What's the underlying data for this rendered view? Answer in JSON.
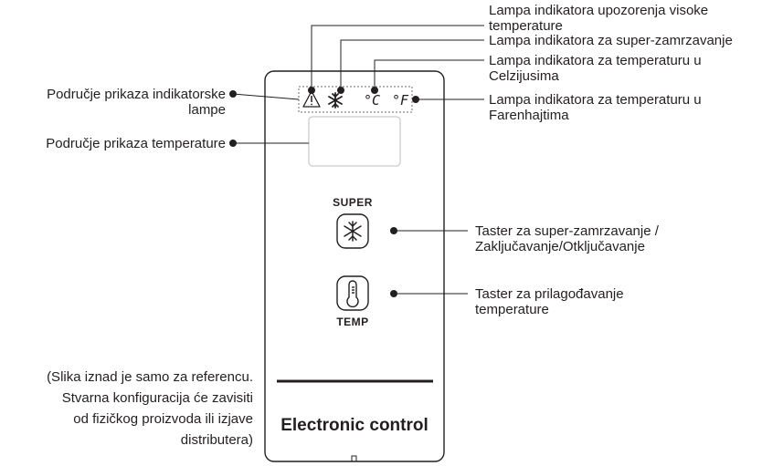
{
  "labels": {
    "high_temp_warning": [
      "Lampa indikatora upozorenja visoke",
      "temperature"
    ],
    "super_freeze_lamp": [
      "Lampa indikatora za super-zamrzavanje"
    ],
    "celsius_lamp": [
      "Lampa indikatora za temperaturu u",
      "Celzijusima"
    ],
    "fahrenheit_lamp": [
      "Lampa indikatora za temperaturu u",
      "Farenhajtima"
    ],
    "indicator_area": [
      "Područje prikaza indikatorske",
      "lampe"
    ],
    "temperature_area": [
      "Područje prikaza temperature"
    ],
    "super_button": [
      "Taster za super-zamrzavanje /",
      "Zaključavanje/Otključavanje"
    ],
    "temp_button": [
      "Taster za prilagođavanje",
      "temperature"
    ]
  },
  "panel": {
    "title": "Electronic control",
    "super_caption": "SUPER",
    "temp_caption": "TEMP",
    "indicators": {
      "warning_icon": "warning-triangle-icon",
      "snowflake_icon": "snowflake-icon",
      "celsius_symbol": "°C",
      "fahrenheit_symbol": "°F"
    }
  },
  "note": [
    "(Slika iznad je samo za referencu.",
    "Stvarna konfiguracija će zavisiti",
    "od fizičkog proizvoda ili izjave",
    "distributera)"
  ],
  "colors": {
    "ink": "#231f20",
    "dashed": "#6d6e71"
  }
}
